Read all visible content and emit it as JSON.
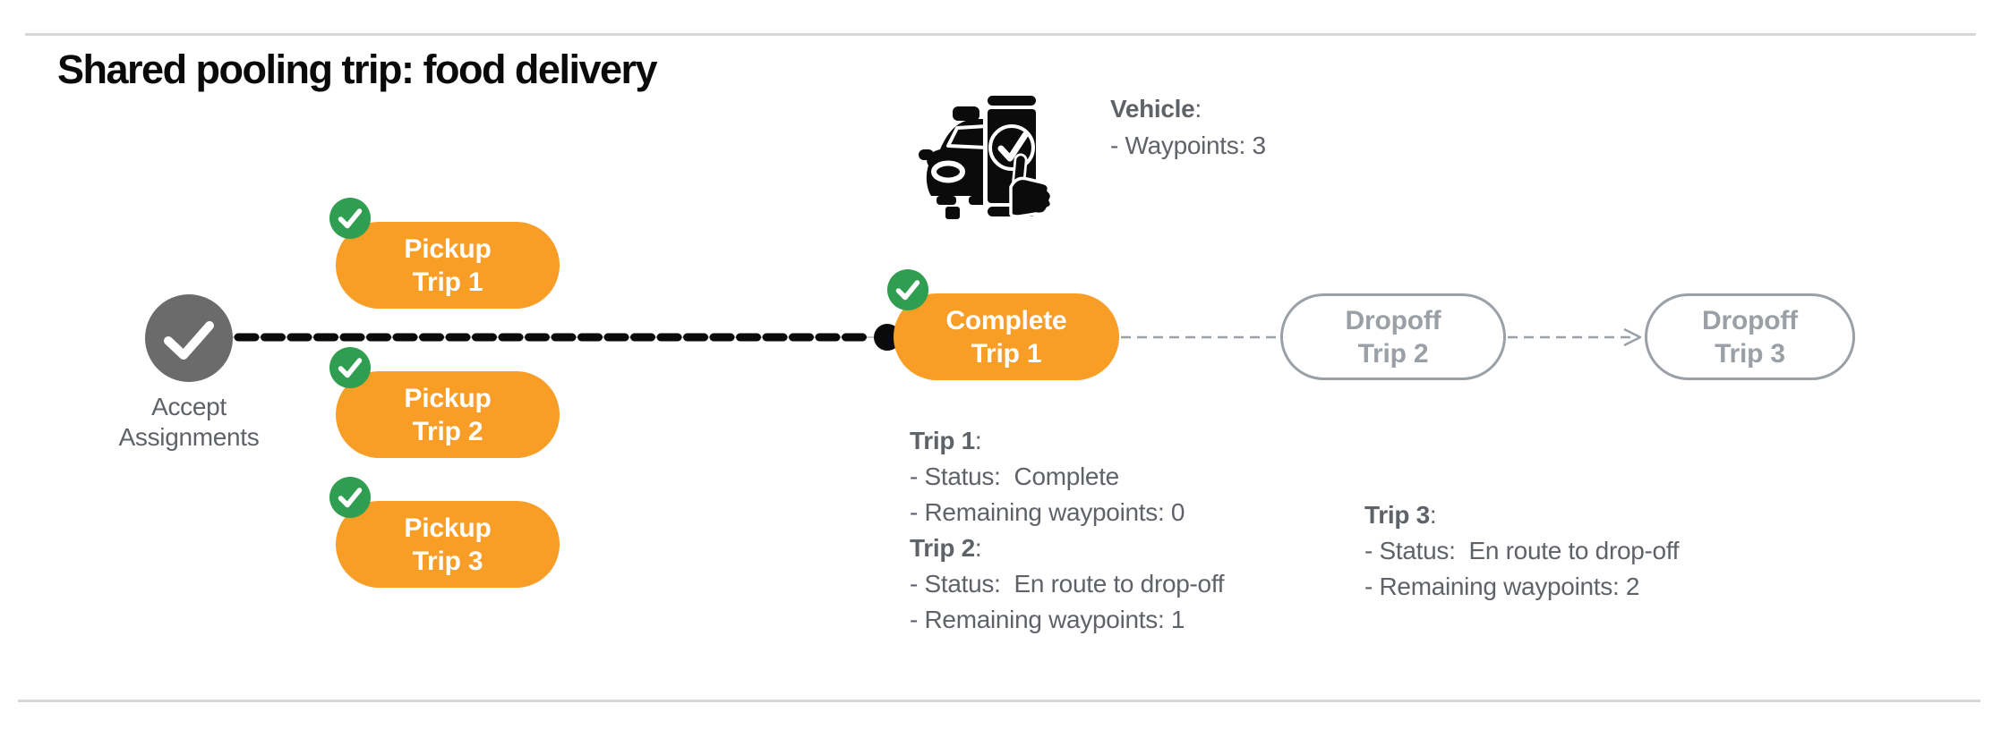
{
  "title": "Shared pooling trip: food delivery",
  "vehicle": {
    "label": "Vehicle",
    "colon": ":",
    "waypoints_line": "- Waypoints: 3"
  },
  "flow": {
    "start": {
      "line1": "Accept",
      "line2": "Assignments"
    },
    "pickups": [
      {
        "line1": "Pickup",
        "line2": "Trip 1"
      },
      {
        "line1": "Pickup",
        "line2": "Trip 2"
      },
      {
        "line1": "Pickup",
        "line2": "Trip 3"
      }
    ],
    "complete": {
      "line1": "Complete",
      "line2": "Trip 1"
    },
    "dropoffs": [
      {
        "line1": "Dropoff",
        "line2": "Trip 2"
      },
      {
        "line1": "Dropoff",
        "line2": "Trip 3"
      }
    ]
  },
  "status": {
    "left": [
      {
        "title": "Trip 1",
        "colon": ":",
        "lines": [
          "- Status:  Complete",
          "- Remaining waypoints: 0"
        ]
      },
      {
        "title": "Trip 2",
        "colon": ":",
        "lines": [
          "- Status:  En route to drop-off",
          "- Remaining waypoints: 1"
        ]
      }
    ],
    "right": [
      {
        "title": "Trip 3",
        "colon": ":",
        "lines": [
          "- Status:  En route to drop-off",
          "- Remaining waypoints: 2"
        ]
      }
    ]
  },
  "colors": {
    "orange": "#F89D26",
    "green": "#2F9E50",
    "node_gray": "#6B6B6B",
    "text_gray": "#5F6368",
    "muted_gray": "#9AA0A6",
    "dash_black": "#0A0A0A",
    "line_light": "#C8C8C8",
    "rule_gray": "#D8D8D8"
  }
}
